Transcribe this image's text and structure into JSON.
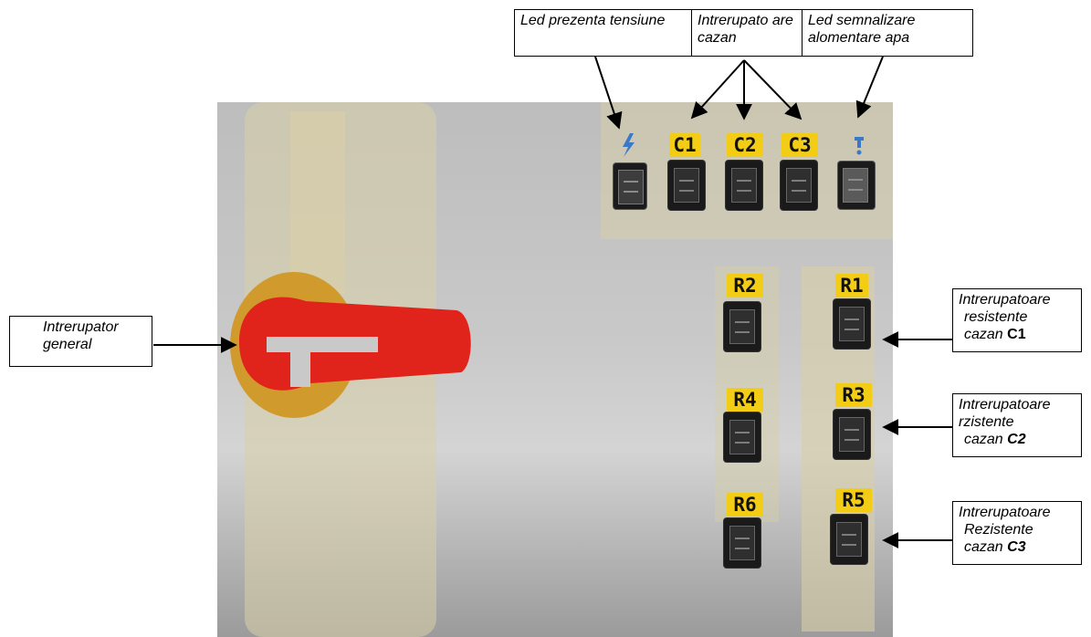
{
  "callouts": {
    "led_power": "Led prezenta tensiune",
    "boiler_switches": "Intrerupato are cazan",
    "water_led": "Led semnalizare alomentare apa",
    "main_switch_1": "Intrerupator",
    "main_switch_2": "general",
    "c1_group_1": "Intrerupatoare",
    "c1_group_2": "resistente",
    "c1_group_3": "cazan ",
    "c1_group_bold": "C1",
    "c2_group_1": "Intrerupatoare",
    "c2_group_2": "rzistente",
    "c2_group_3": "cazan ",
    "c2_group_bold": "C2",
    "c3_group_1": "Intrerupatoare",
    "c3_group_2": "Rezistente",
    "c3_group_3": "cazan ",
    "c3_group_bold": "C3"
  },
  "panel_labels": {
    "c1": "C1",
    "c2": "C2",
    "c3": "C3",
    "r1": "R1",
    "r2": "R2",
    "r3": "R3",
    "r4": "R4",
    "r5": "R5",
    "r6": "R6"
  },
  "colors": {
    "handle": "#e0241c",
    "label_bg": "#f3cc16",
    "frame": "#000000"
  },
  "icons": {
    "power_led_symbol": "lightning-icon",
    "water_led_symbol": "water-tap-icon"
  }
}
